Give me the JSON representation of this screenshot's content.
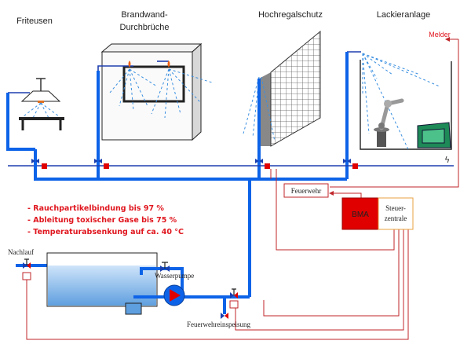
{
  "applications": {
    "friteusen": "Friteusen",
    "brandwand_line1": "Brandwand-",
    "brandwand_line2": "Durchbrüche",
    "hochregal": "Hochregalschutz",
    "lackier": "Lackieranlage"
  },
  "melder": "Melder",
  "feuerwehr": "Feuerwehr",
  "bma": "BMA",
  "steuer_line1": "Steuer-",
  "steuer_line2": "zentrale",
  "benefits": [
    "- Rauchpartikelbindung bis 97 %",
    "- Ableitung toxischer Gase bis 75 %",
    "- Temperaturabsenkung auf ca. 40 °C"
  ],
  "nachlauf": "Nachlauf",
  "wasserpumpe": "Wasserpumpe",
  "feuerwehreinspeisung": "Feuerwehreinspeisung",
  "colors": {
    "pipe": "#0d63e8",
    "signal": "#e0161e",
    "bma_fill": "#e00000",
    "steuer_border": "#e8a040"
  }
}
